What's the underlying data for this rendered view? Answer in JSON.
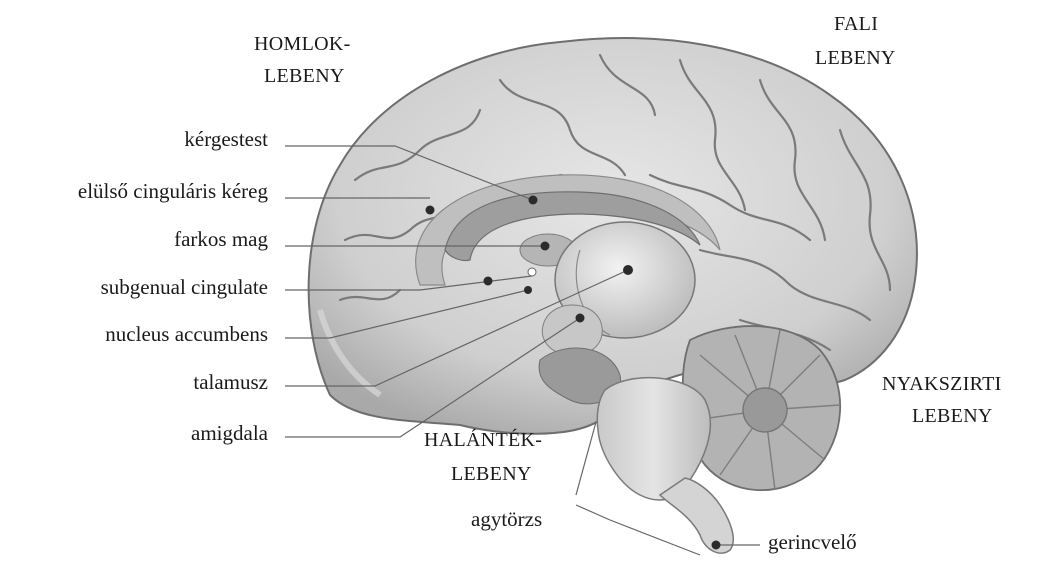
{
  "lobes": {
    "frontal": [
      "HOMLOK-",
      "LEBENY"
    ],
    "parietal": [
      "FALI",
      "LEBENY"
    ],
    "occipital": [
      "NYAKSZIRTI",
      "LEBENY"
    ],
    "temporal": [
      "HALÁNTÉK-",
      "LEBENY"
    ]
  },
  "structures": {
    "corpus_callosum": "kérgestest",
    "anterior_cingulate": "elülső cinguláris kéreg",
    "caudate": "farkos mag",
    "subgenual": "subgenual cingulate",
    "accumbens": "nucleus accumbens",
    "thalamus": "talamusz",
    "amygdala": "amigdala",
    "brainstem": "agytörzs",
    "spinal_cord": "gerincvelő"
  }
}
